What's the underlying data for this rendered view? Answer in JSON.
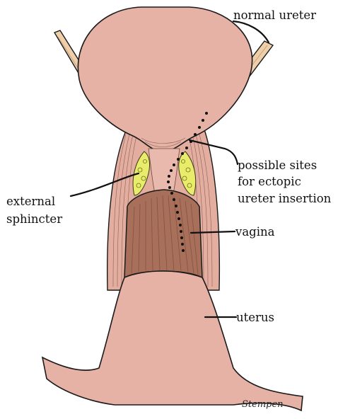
{
  "labels": {
    "normal_ureter": "normal ureter",
    "possible_sites_1": "possible sites",
    "possible_sites_2": "for ectopic",
    "possible_sites_3": "ureter insertion",
    "external_sphincter_1": "external",
    "external_sphincter_2": "sphincter",
    "vagina": "vagina",
    "uterus": "uterus"
  },
  "signature": "Stempen",
  "colors": {
    "tissue": "#e7b2a6",
    "tissue_shadow": "#d39a8c",
    "ureter": "#efcfaa",
    "sphincter_yellow": "#e8ec6a",
    "vagina_brown": "#a8705a",
    "vagina_dark": "#7f4f3e",
    "dots": "#111111"
  }
}
